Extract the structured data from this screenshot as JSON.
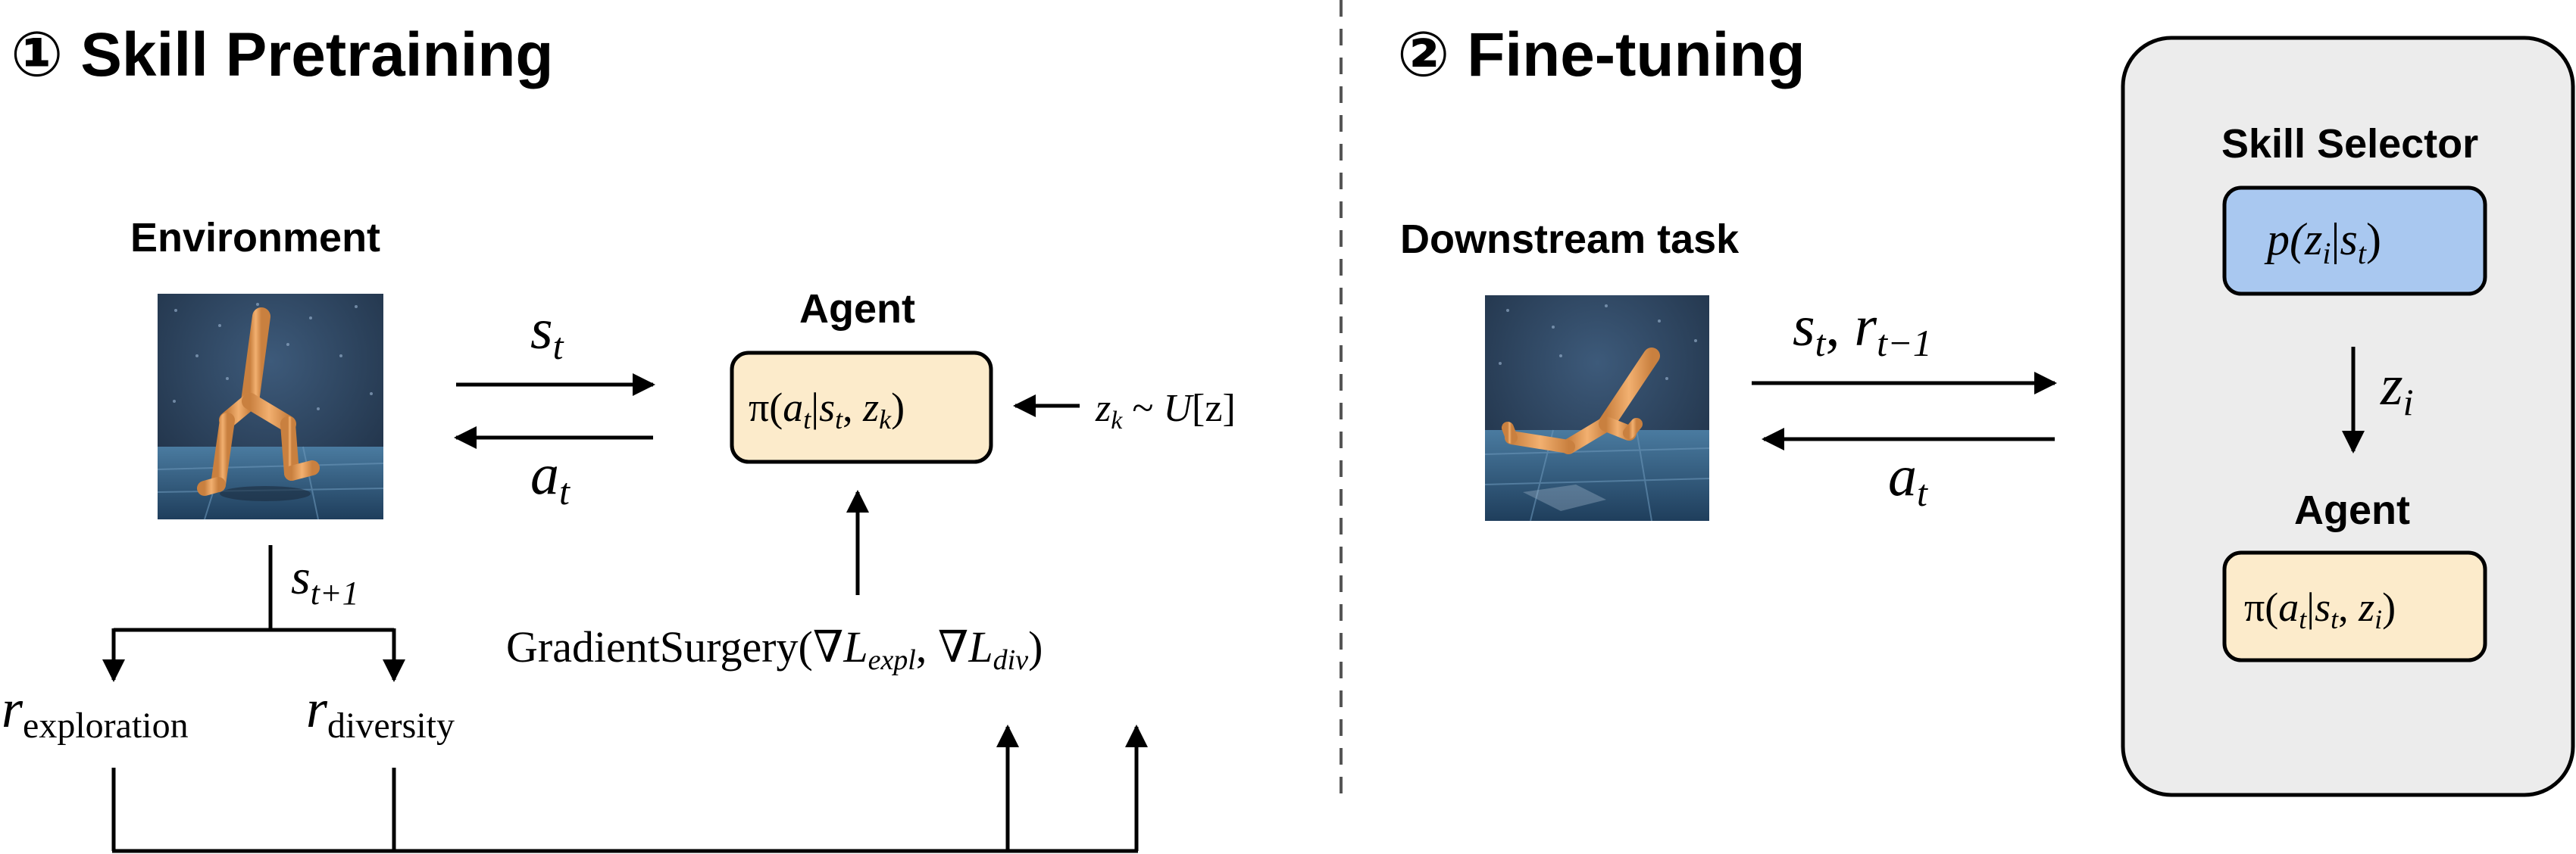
{
  "pretraining": {
    "number": "①",
    "title": "Skill Pretraining",
    "environment_label": "Environment",
    "agent_label": "Agent",
    "policy": {
      "pi": "π(",
      "a": "a",
      "a_sub": "t",
      "bar": "|",
      "s": "s",
      "s_sub": "t",
      "comma": ", ",
      "z": "z",
      "z_sub": "k",
      "close": ")"
    },
    "state_arrow": {
      "var": "s",
      "sub": "t"
    },
    "action_arrow": {
      "var": "a",
      "sub": "t"
    },
    "skill_prior": {
      "z": "z",
      "z_sub": "k",
      "sim": " ~ ",
      "U": "U",
      "bracket": "[z]"
    },
    "next_state": {
      "var": "s",
      "sub": "t+1"
    },
    "reward_exploration": {
      "var": "r",
      "sub": "exploration"
    },
    "reward_diversity": {
      "var": "r",
      "sub": "diversity"
    },
    "gradient_surgery": {
      "name": "GradientSurgery(",
      "nabla1": "∇",
      "L1": "L",
      "sub1": "expl",
      "comma": ", ",
      "nabla2": "∇",
      "L2": "L",
      "sub2": "div",
      "close": ")"
    }
  },
  "finetuning": {
    "number": "②",
    "title": "Fine-tuning",
    "task_label": "Downstream task",
    "state_reward_arrow": {
      "s": "s",
      "s_sub": "t",
      "comma": ", ",
      "r": "r",
      "r_sub": "t−1"
    },
    "action_arrow": {
      "var": "a",
      "sub": "t"
    },
    "selector_label": "Skill Selector",
    "selector": {
      "p": "p(",
      "z": "z",
      "z_sub": "i",
      "bar": "|",
      "s": "s",
      "s_sub": "t",
      "close": ")"
    },
    "skill_arrow": {
      "var": "z",
      "sub": "i"
    },
    "agent_label": "Agent",
    "policy": {
      "pi": "π(",
      "a": "a",
      "a_sub": "t",
      "bar": "|",
      "s": "s",
      "s_sub": "t",
      "comma": ", ",
      "z": "z",
      "z_sub": "i",
      "close": ")"
    }
  },
  "colors": {
    "agent_fill": "#fcebcb",
    "selector_fill": "#a9c8f0",
    "panel_fill": "#ececec"
  }
}
